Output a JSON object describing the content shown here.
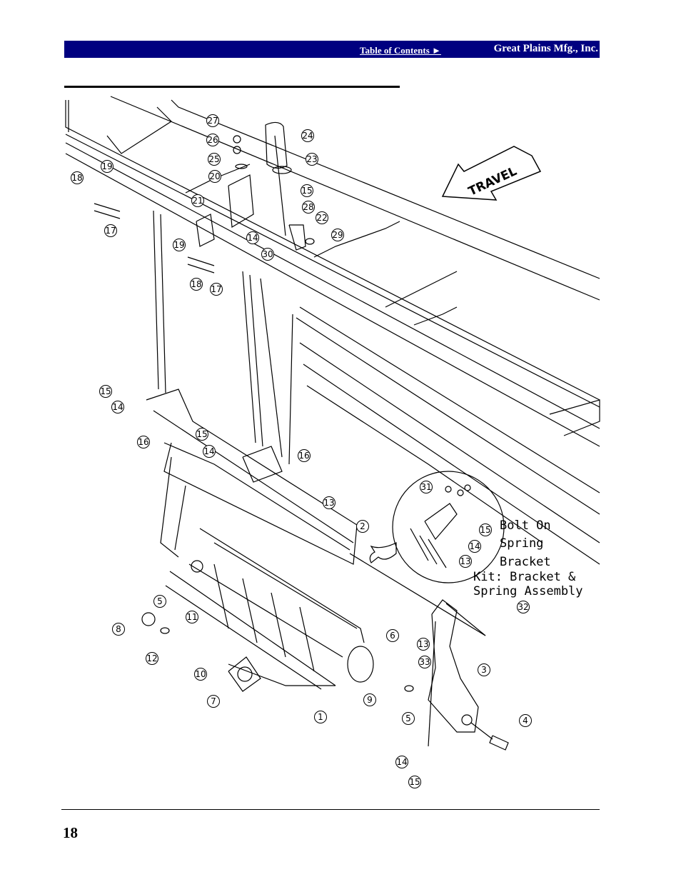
{
  "header": {
    "toc_label": "Table of Contents ►",
    "company": "Great Plains Mfg., Inc."
  },
  "figure": {
    "travel_label": "TRAVEL",
    "inset_note": [
      "Bolt On",
      "Spring",
      "Bracket"
    ],
    "kit_note": [
      "Kit: Bracket &",
      "Spring Assembly"
    ],
    "callouts": [
      "27",
      "26",
      "25",
      "24",
      "23",
      "20",
      "19",
      "18",
      "17",
      "21",
      "15",
      "28",
      "22",
      "29",
      "14",
      "30",
      "19",
      "18",
      "17",
      "15",
      "14",
      "16",
      "15",
      "14",
      "16",
      "13",
      "2",
      "31",
      "15",
      "14",
      "13",
      "32",
      "5",
      "8",
      "11",
      "12",
      "10",
      "7",
      "1",
      "6",
      "33",
      "9",
      "5",
      "13",
      "3",
      "4",
      "14",
      "15"
    ]
  },
  "footer": {
    "page_number": "18"
  }
}
